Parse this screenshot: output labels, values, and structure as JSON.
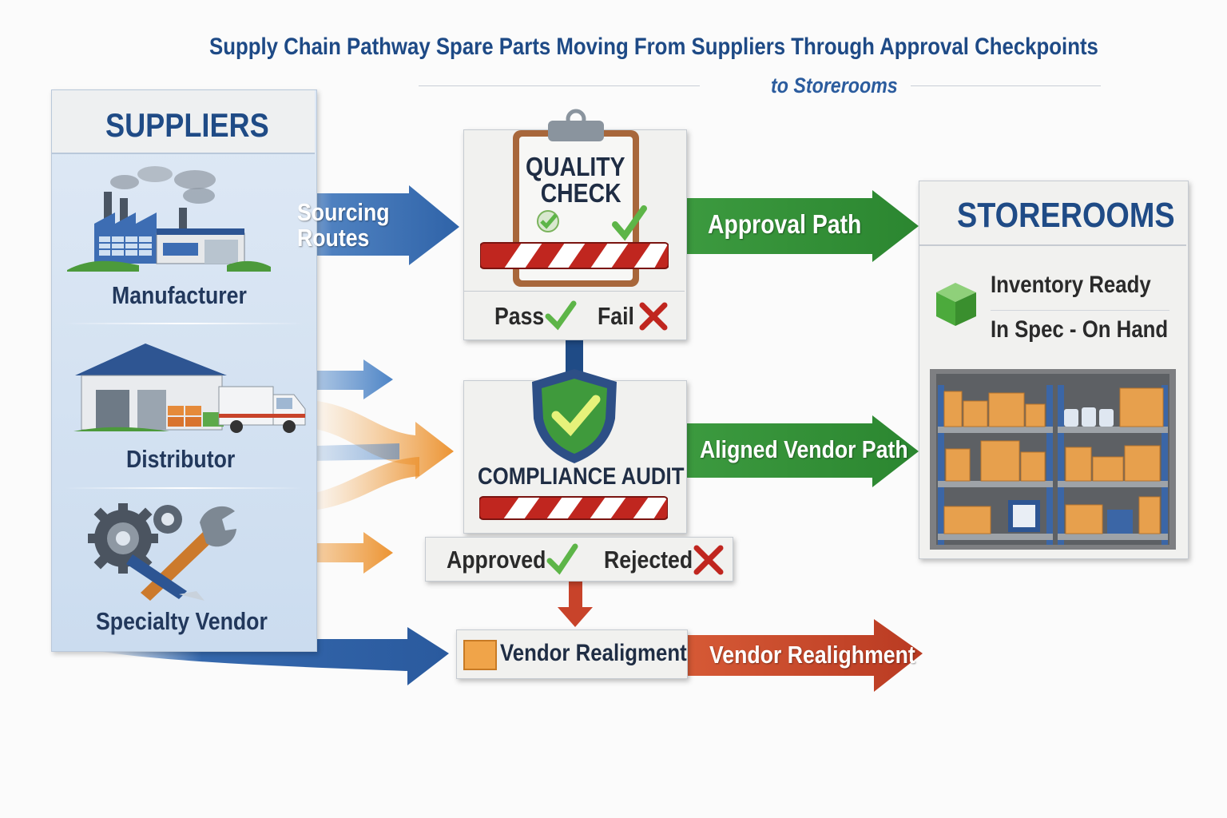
{
  "title": {
    "line1": "Supply Chain Pathway  Spare Parts Moving From Suppliers Through Approval Checkpoints",
    "line2": "to Storerooms"
  },
  "suppliers": {
    "heading": "SUPPLIERS",
    "items": [
      {
        "label": "Manufacturer",
        "icon": "factory-icon"
      },
      {
        "label": "Distributor",
        "icon": "warehouse-truck-icon"
      },
      {
        "label": "Specialty Vendor",
        "icon": "gears-wrench-icon"
      }
    ]
  },
  "sourcing": {
    "line1": "Sourcing",
    "line2": "Routes"
  },
  "quality_check": {
    "line1": "QUALITY",
    "line2": "CHECK",
    "pass_label": "Pass",
    "fail_label": "Fail"
  },
  "compliance_audit": {
    "label": "COMPLIANCE AUDIT",
    "approved_label": "Approved",
    "rejected_label": "Rejected"
  },
  "paths": {
    "approval": "Approval Path",
    "aligned": "Aligned Vendor Path",
    "realignment_box": "Vendor Realigment",
    "realignment_arrow": "Vendor Realighment"
  },
  "storerooms": {
    "heading": "STOREROOMS",
    "line1": "Inventory Ready",
    "line2": "In Spec - On Hand"
  },
  "colors": {
    "navy": "#1f4b86",
    "blue_arrow": "#3b73b9",
    "green_arrow": "#2e8b35",
    "orange_arrow": "#ee9a38",
    "red_arrow": "#c8432a",
    "check_green": "#5db548",
    "cross_red": "#c0261f"
  }
}
